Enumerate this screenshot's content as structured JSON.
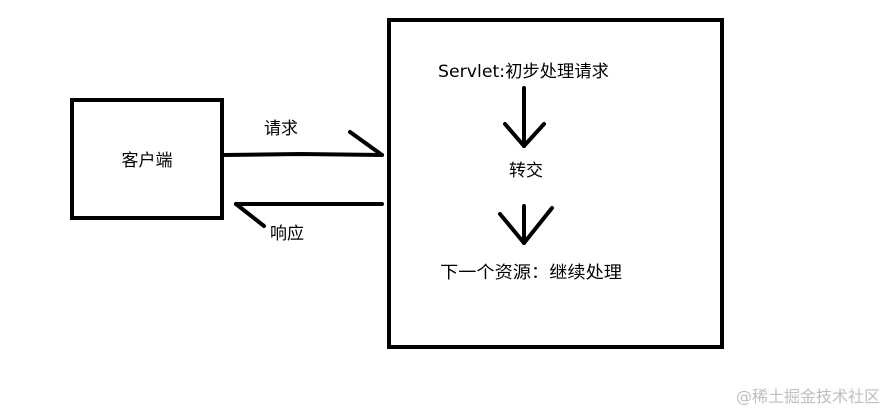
{
  "client": {
    "label": "客户端"
  },
  "arrows": {
    "request_label": "请求",
    "response_label": "响应"
  },
  "server": {
    "step1": "Servlet:初步处理请求",
    "step2": "转交",
    "step3": "下一个资源：继续处理"
  },
  "watermark": {
    "text": "@稀土掘金技术社区"
  },
  "colors": {
    "stroke": "#000000",
    "watermark": "#bfbfbf",
    "background": "#ffffff"
  }
}
